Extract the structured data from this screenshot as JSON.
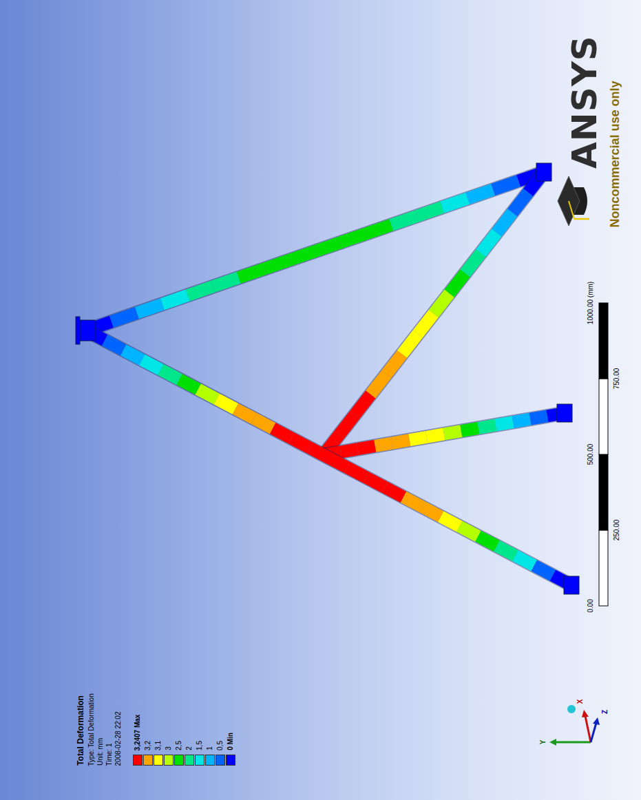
{
  "diagram": {
    "title": "Total Deformation",
    "labels": [
      "Type: Total Deformation",
      "Unit: mm",
      "Time: 1",
      "2008-02-28 22:02",
      "ANSYS",
      "Noncommercial use only",
      "0.00",
      "250.00",
      "500.00",
      "750.00",
      "1000.00 (mm)",
      "Y",
      "X",
      "Z"
    ],
    "legend": [
      {
        "text": "3,2407 Max",
        "color": "#ff0000"
      },
      {
        "text": "3,2",
        "color": "#ffa500"
      },
      {
        "text": "3,1",
        "color": "#ffff00"
      },
      {
        "text": "3",
        "color": "#b4ff00"
      },
      {
        "text": "2,5",
        "color": "#00e000"
      },
      {
        "text": "2",
        "color": "#00e68c"
      },
      {
        "text": "1,5",
        "color": "#00e6e6"
      },
      {
        "text": "1",
        "color": "#00b4ff"
      },
      {
        "text": "0,5",
        "color": "#0064ff"
      },
      {
        "text": "0 Min",
        "color": "#0000ff"
      }
    ]
  }
}
